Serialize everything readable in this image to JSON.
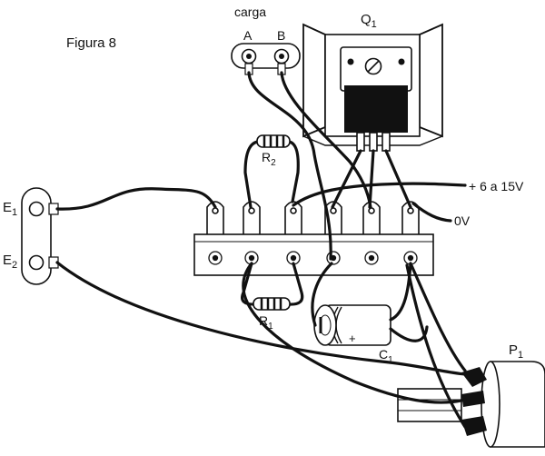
{
  "figure": {
    "title": "Figura 8"
  },
  "load": {
    "label": "carga",
    "terminal_a": "A",
    "terminal_b": "B"
  },
  "transistor": {
    "label": "Q",
    "sub": "1"
  },
  "resistor_r2": {
    "label": "R",
    "sub": "2"
  },
  "resistor_r1": {
    "label": "R",
    "sub": "1"
  },
  "capacitor": {
    "label": "C",
    "sub": "1",
    "polarity": "+"
  },
  "potentiometer": {
    "label": "P",
    "sub": "1"
  },
  "electrode_1": {
    "label": "E",
    "sub": "1"
  },
  "electrode_2": {
    "label": "E",
    "sub": "2"
  },
  "power": {
    "positive": "+ 6 a 15V",
    "ground": "0V"
  }
}
